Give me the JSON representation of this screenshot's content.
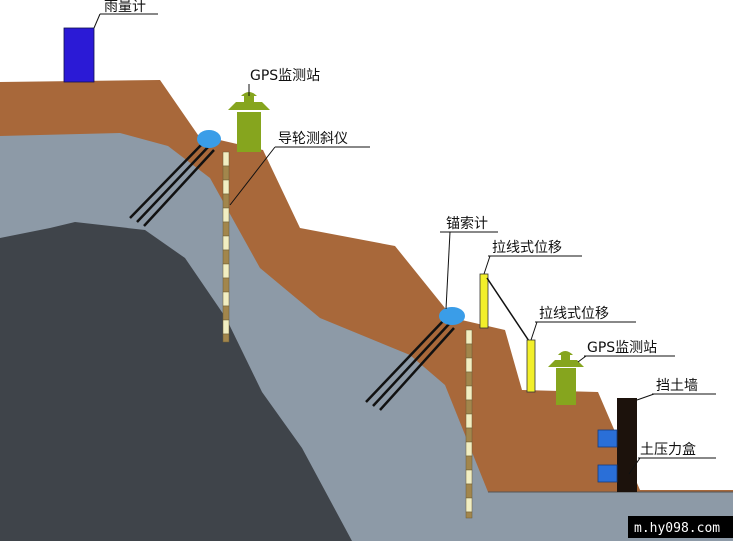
{
  "labels": {
    "rain_gauge": "雨量计",
    "gps_station_top": "GPS监测站",
    "inclinometer": "导轮测斜仪",
    "anchor_meter": "锚索计",
    "wire_displacement_1": "拉线式位移",
    "wire_displacement_2": "拉线式位移",
    "gps_station_low": "GPS监测站",
    "retaining_wall": "挡土墙",
    "earth_pressure_box": "土压力盒"
  },
  "watermark": "m.hy098.com",
  "colors": {
    "soil": "#a8683a",
    "weathered_rock": "#8d9aa7",
    "bedrock": "#3f444a",
    "rain_gauge": "#2b1ad6",
    "gps": "#86a51e",
    "sensor_blue": "#3a9de8",
    "pressure_box": "#2a6fd8",
    "wall": "#1c120c",
    "wire_yellow": "#f2ef2a",
    "tube_light": "#f1eec2",
    "tube_dark": "#a2864c"
  }
}
